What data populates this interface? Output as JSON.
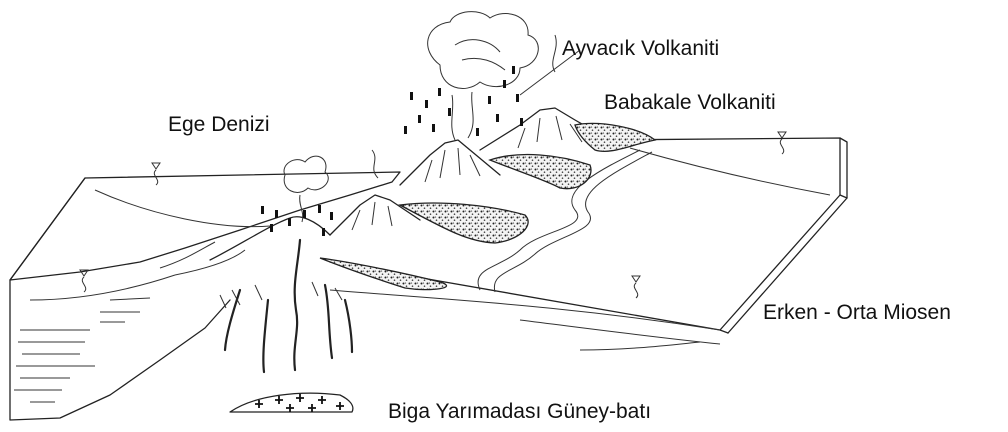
{
  "labels": {
    "ayvacik": "Ayvacık Volkaniti",
    "babakale": "Babakale Volkaniti",
    "ege": "Ege Denizi",
    "erken": "Erken - Orta Miosen",
    "biga": "Biga Yarımadası Güney-batı"
  },
  "colors": {
    "line": "#222222",
    "background": "#ffffff"
  }
}
